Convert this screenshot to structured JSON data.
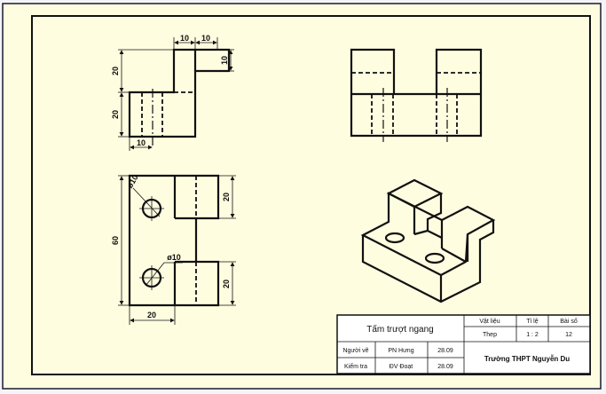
{
  "drawing": {
    "front_view_dims": {
      "top_left": "10",
      "top_right": "10",
      "right_height": "10",
      "upper_height": "20",
      "lower_height": "20",
      "bottom_width": "10"
    },
    "top_view_dims": {
      "hole_top": "ø10",
      "hole_bottom": "ø10",
      "total_length": "60",
      "width": "20",
      "right_top": "20",
      "right_bottom": "20"
    }
  },
  "title_block": {
    "title": "Tấm trượt ngang",
    "material_label": "Vật liệu",
    "material_value": "Thep",
    "scale_label": "Tỉ lệ",
    "scale_value": "1 : 2",
    "sheet_label": "Bài số",
    "sheet_value": "12",
    "drawn_by_label": "Người vẽ",
    "drawn_by_name": "PN Hưng",
    "drawn_by_date": "28.09",
    "checked_by_label": "Kiểm tra",
    "checked_by_name": "ĐV Đoạt",
    "checked_by_date": "28.09",
    "school": "Trường THPT Nguyễn Du"
  },
  "colors": {
    "paper": "#fffde0",
    "line": "#111111"
  }
}
